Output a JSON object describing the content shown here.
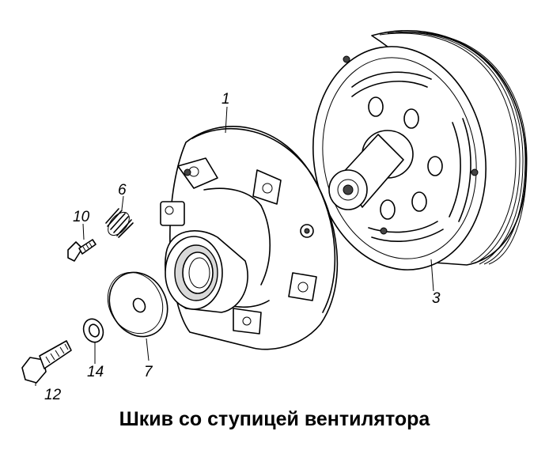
{
  "caption": "Шкив со ступицей вентилятора",
  "labels": {
    "hub": "1",
    "pulley": "3",
    "spring": "6",
    "washer": "7",
    "small_bolt": "10",
    "bolt": "12",
    "ring": "14"
  }
}
